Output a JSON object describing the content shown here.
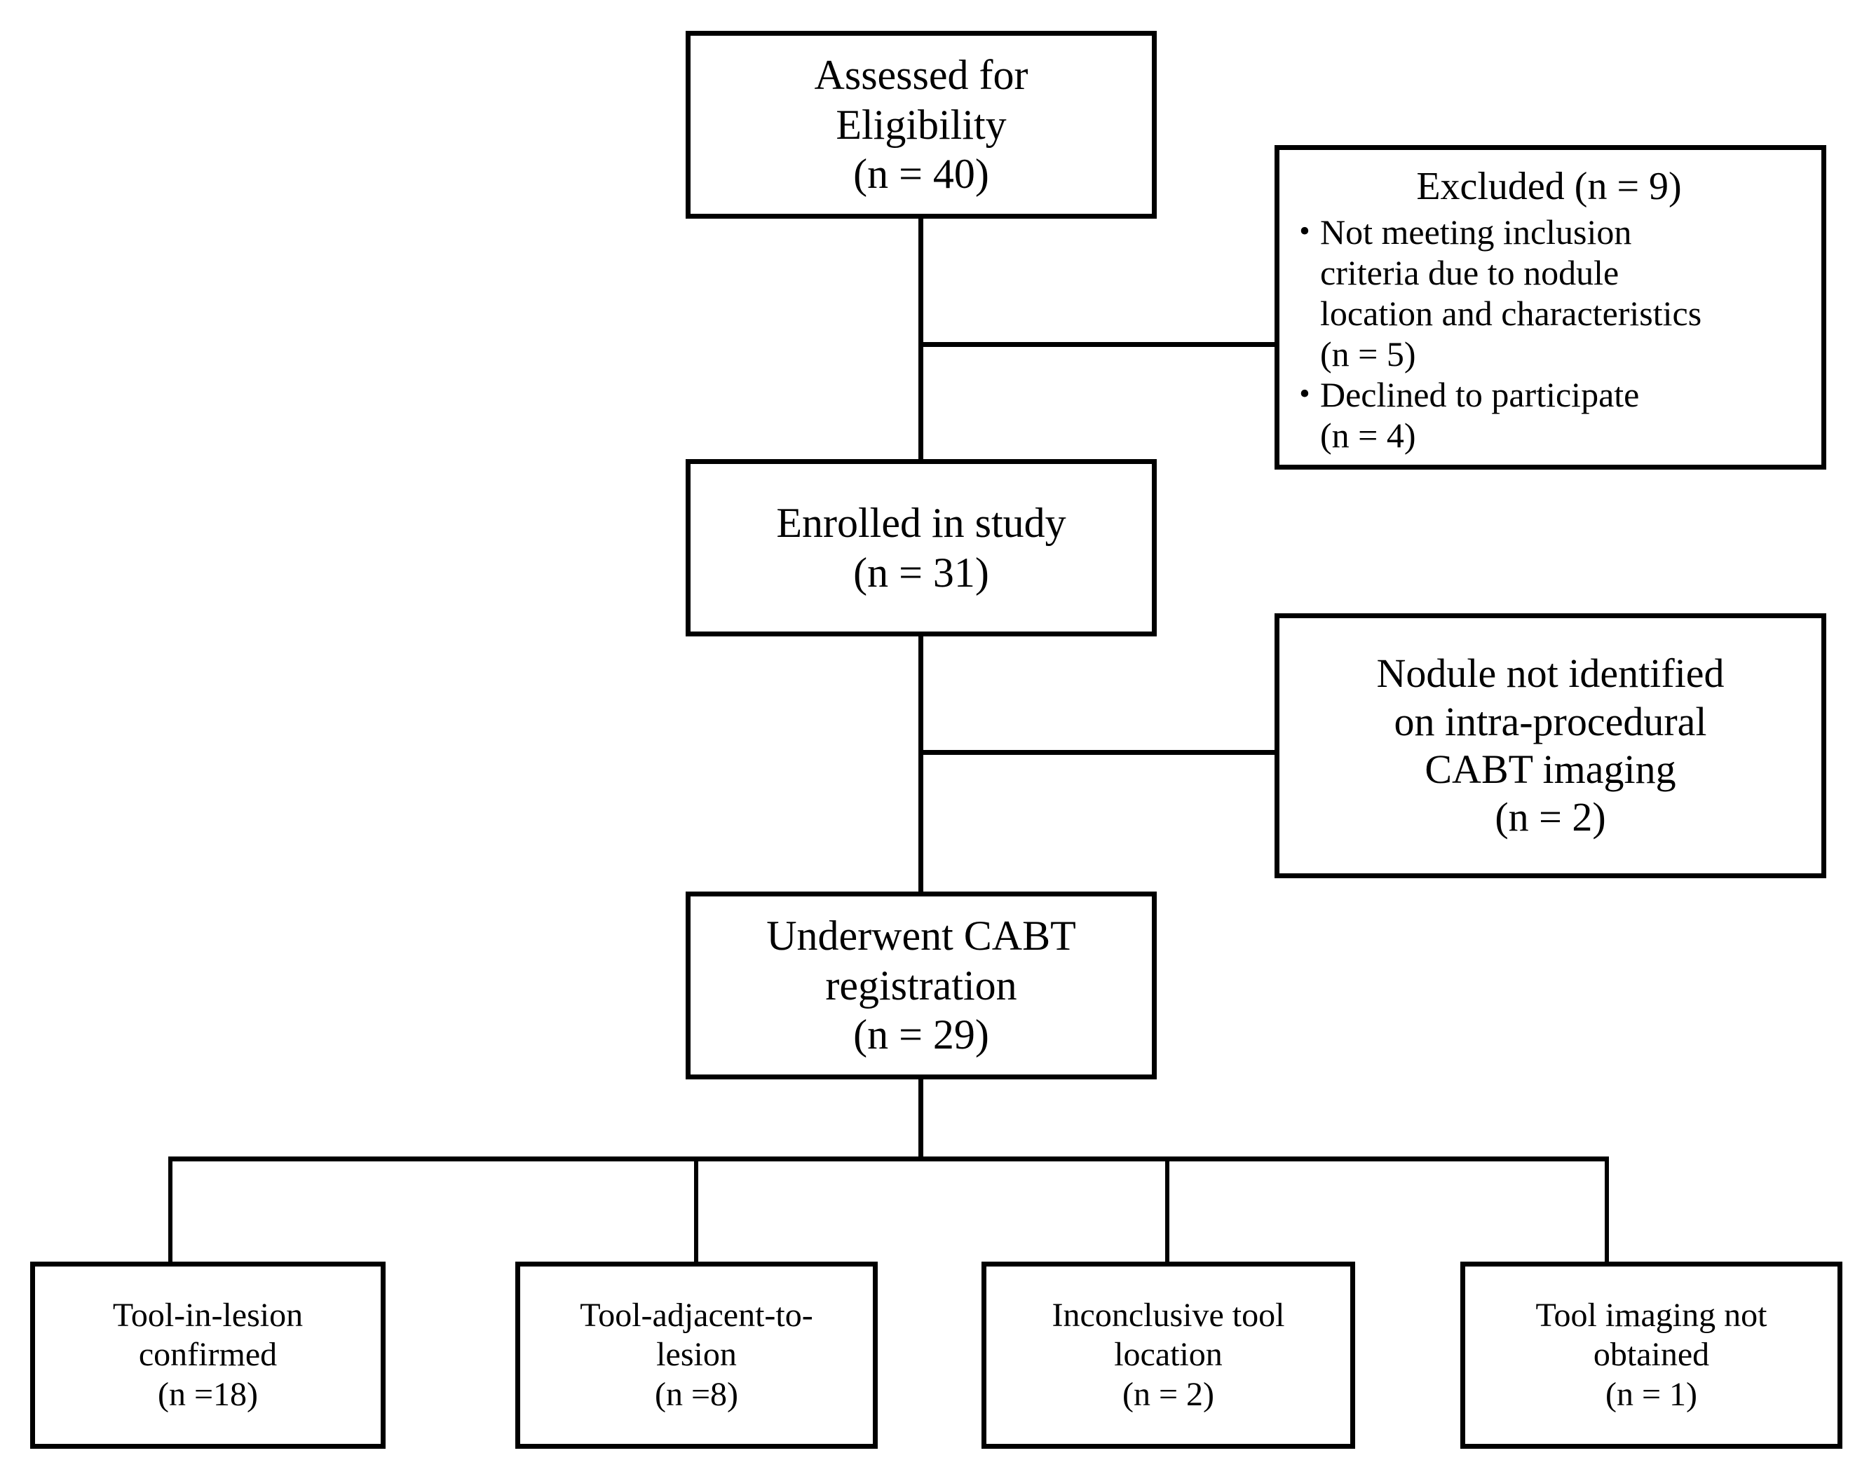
{
  "diagram": {
    "type": "flowchart",
    "title": "Study participant flow diagram",
    "orientation": "top-to-bottom",
    "line_color": "#000000",
    "box_border_color": "#000000",
    "background_color": "#ffffff"
  },
  "nodes": {
    "assessed": {
      "name": "assessed-for-eligibility",
      "lines": [
        "Assessed for",
        "Eligibility",
        "(n = 40)"
      ],
      "count": 40
    },
    "excluded": {
      "name": "excluded",
      "title": "Excluded (n = 9)",
      "count": 9,
      "bullets": [
        {
          "marker": "•",
          "lines": [
            "Not meeting inclusion",
            "criteria due to nodule",
            "location and characteristics",
            "(n = 5)"
          ],
          "count": 5
        },
        {
          "marker": "•",
          "lines": [
            "Declined to participate",
            "(n = 4)"
          ],
          "count": 4
        }
      ]
    },
    "enrolled": {
      "name": "enrolled-in-study",
      "lines": [
        "Enrolled in study",
        "(n = 31)"
      ],
      "count": 31
    },
    "nodule_not_identified": {
      "name": "nodule-not-identified",
      "lines": [
        "Nodule not identified",
        "on intra-procedural",
        "CABT imaging",
        "(n = 2)"
      ],
      "count": 2
    },
    "underwent": {
      "name": "underwent-cabt-registration",
      "lines": [
        "Underwent CABT",
        "registration",
        "(n = 29)"
      ],
      "count": 29
    },
    "outcomes": [
      {
        "name": "tool-in-lesion-confirmed",
        "lines": [
          "Tool-in-lesion",
          "confirmed",
          "(n =18)"
        ],
        "count": 18
      },
      {
        "name": "tool-adjacent-to-lesion",
        "lines": [
          "Tool-adjacent-to-",
          "lesion",
          "(n =8)"
        ],
        "count": 8
      },
      {
        "name": "inconclusive-tool-location",
        "lines": [
          "Inconclusive tool",
          "location",
          "(n = 2)"
        ],
        "count": 2
      },
      {
        "name": "tool-imaging-not-obtained",
        "lines": [
          "Tool imaging not",
          "obtained",
          "(n = 1)"
        ],
        "count": 1
      }
    ]
  }
}
